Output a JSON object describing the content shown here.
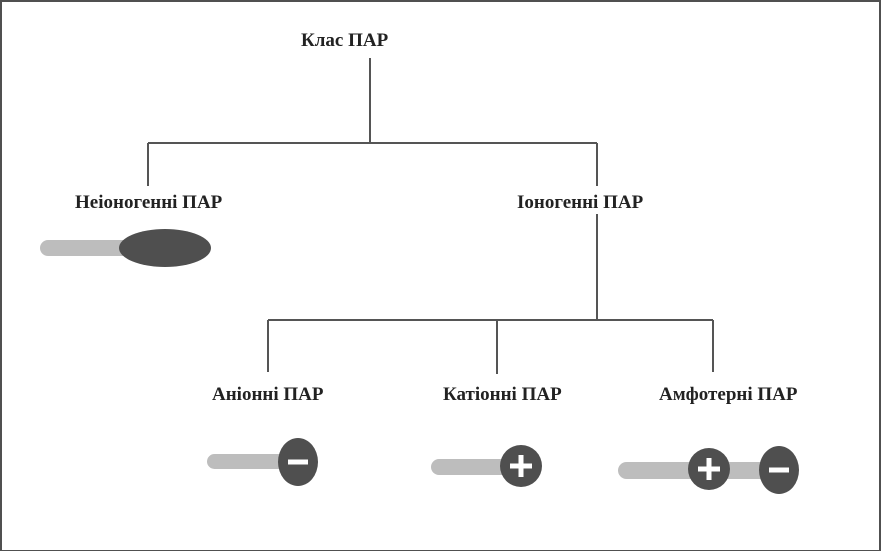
{
  "colors": {
    "line": "#555555",
    "tail": "#bdbdbd",
    "head": "#4f4f4f",
    "sign": "#ffffff"
  },
  "root": {
    "label": "Клас ПАР"
  },
  "branches": {
    "nonionic": {
      "label": "Нeіоногенні ПАР",
      "head_icon": "neutral-ellipse-head"
    },
    "ionic": {
      "label": "Іоногенні ПАР",
      "children": [
        {
          "key": "anionic",
          "label": "Аніонні ПАР",
          "charges": [
            "minus"
          ]
        },
        {
          "key": "cationic",
          "label": "Катіонні ПАР",
          "charges": [
            "plus"
          ]
        },
        {
          "key": "amphoteric",
          "label": "Амфотерні ПАР",
          "charges": [
            "plus",
            "minus"
          ]
        }
      ]
    }
  }
}
